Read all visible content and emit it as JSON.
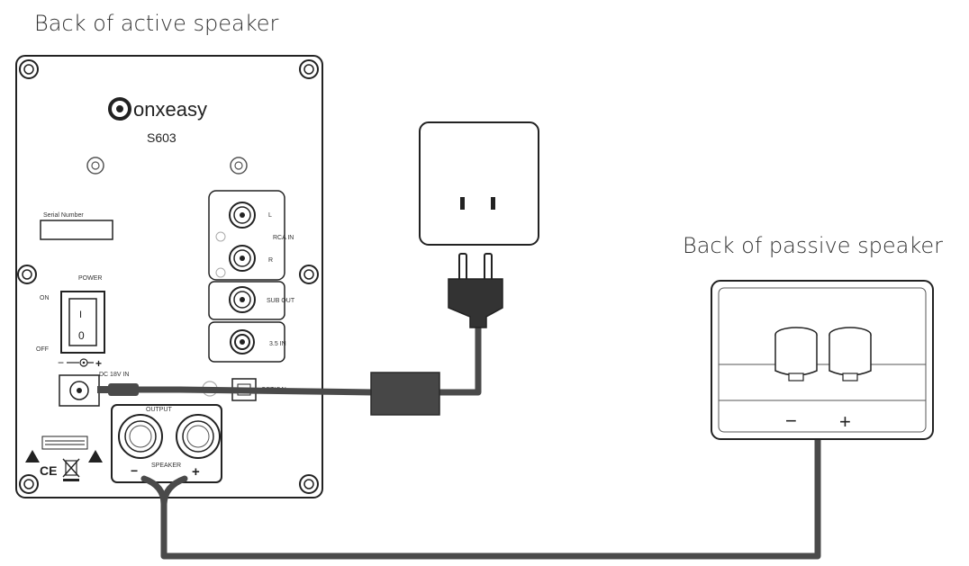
{
  "captions": {
    "active": "Back of active speaker",
    "passive": "Back of passive speaker"
  },
  "active_panel": {
    "brand": "onxeasy",
    "model": "S603",
    "serial_label": "Serial Number",
    "power_label": "POWER",
    "on_label": "ON",
    "off_label": "OFF",
    "switch_on_glyph": "I",
    "switch_off_glyph": "0",
    "dc_label": "DC 18V IN",
    "dc_polarity_minus": "−",
    "dc_polarity_plus": "+",
    "input_l": "L",
    "input_r": "R",
    "rca_label": "RCA IN",
    "sub_out_label": "SUB OUT",
    "aux_label": "3.5 IN",
    "optical_label": "OPTICAL",
    "output_label": "OUTPUT",
    "output_minus": "−",
    "output_plus": "+",
    "speaker_label": "SPEAKER",
    "ce_mark": "CE",
    "weee_icon": "weee-bin-icon",
    "warning_icon": "warning-triangle-icon"
  },
  "passive_panel": {
    "minus": "−",
    "plus": "+"
  },
  "colors": {
    "cable": "#4a4a4a",
    "adapter": "#474747",
    "outline": "#222222"
  }
}
